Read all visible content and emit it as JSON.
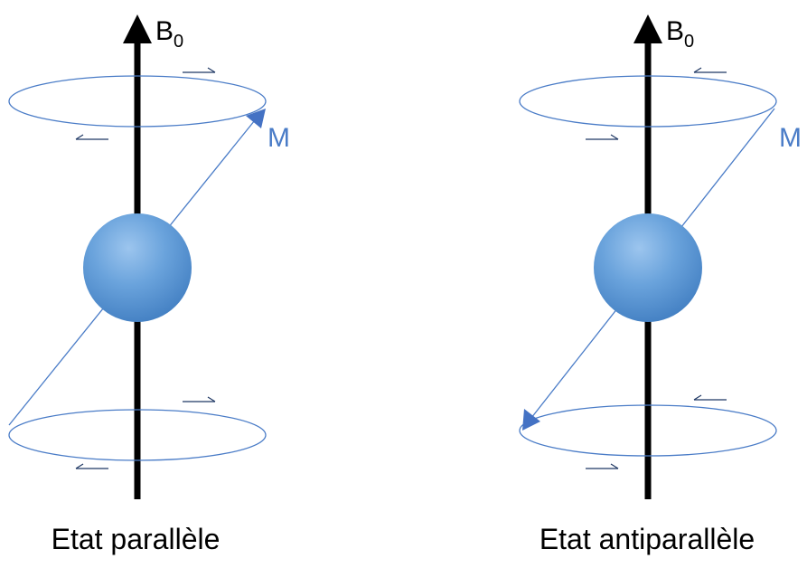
{
  "field": {
    "symbol": "B",
    "subscript": "0"
  },
  "moment_label": "M",
  "panels": [
    {
      "caption": "Etat parallèle",
      "orientation": "parallel"
    },
    {
      "caption": "Etat antiparallèle",
      "orientation": "antiparallel"
    }
  ],
  "colors": {
    "axis": "#000000",
    "orbit": "#4a7cc7",
    "sphere": "#5b9bd5",
    "small_arrow": "#1f3864",
    "label": "#4a7cc7"
  }
}
